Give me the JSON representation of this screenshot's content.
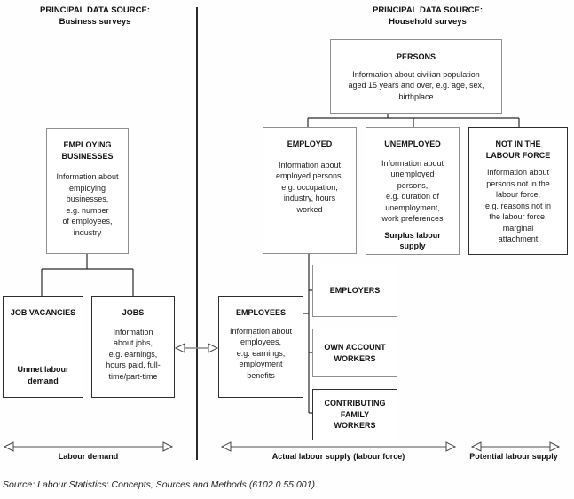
{
  "header": {
    "left_title": "PRINCIPAL DATA SOURCE:\nBusiness surveys",
    "right_title": "PRINCIPAL DATA SOURCE:\nHousehold surveys"
  },
  "boxes": {
    "employing_businesses": {
      "title": "EMPLOYING\nBUSINESSES",
      "body": "Information about\nemploying\nbusinesses,\ne.g. number\nof employees,\nindustry"
    },
    "job_vacancies": {
      "title": "JOB VACANCIES",
      "footer": "Unmet labour\ndemand"
    },
    "jobs": {
      "title": "JOBS",
      "body": "Information\nabout jobs,\ne.g. earnings,\nhours paid, full-\ntime/part-time"
    },
    "persons": {
      "title": "PERSONS",
      "body": "Information about civilian population\naged 15 years and over, e.g. age, sex,\nbirthplace"
    },
    "employed": {
      "title": "EMPLOYED",
      "body": "Information about\nemployed persons,\ne.g. occupation,\nindustry, hours\nworked"
    },
    "unemployed": {
      "title": "UNEMPLOYED",
      "body": "Information about\nunemployed\npersons,\ne.g. duration of\nunemployment,\nwork preferences",
      "footer": "Surplus labour\nsupply"
    },
    "not_in_labour_force": {
      "title": "NOT IN THE\nLABOUR FORCE",
      "body": "Information about\npersons not in the\nlabour force,\ne.g. reasons not in\nthe labour force,\nmarginal\nattachment"
    },
    "employees": {
      "title": "EMPLOYEES",
      "body": "Information about\nemployees,\ne.g. earnings,\nemployment\nbenefits"
    },
    "employers": {
      "title": "EMPLOYERS"
    },
    "own_account_workers": {
      "title": "OWN ACCOUNT\nWORKERS"
    },
    "contributing_family_workers": {
      "title": "CONTRIBUTING\nFAMILY\nWORKERS"
    }
  },
  "arrows": {
    "labour_demand": "Labour demand",
    "actual_labour_supply": "Actual labour supply (labour force)",
    "potential_labour_supply": "Potential labour supply"
  },
  "source_note": "Source: Labour Statistics: Concepts, Sources and Methods (6102.0.55.001).",
  "colors": {
    "line_dark": "#2e2e2e",
    "line_gray": "#8f8f8f",
    "arrow_gray": "#8a8a8a"
  }
}
